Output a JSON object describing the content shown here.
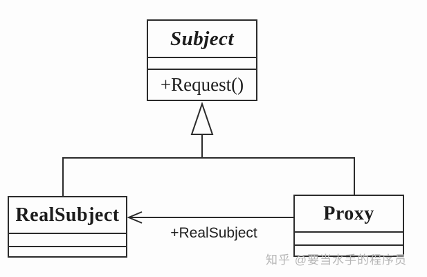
{
  "diagram": {
    "pattern": "Proxy",
    "classes": [
      {
        "name": "Subject",
        "abstract": true,
        "members": [
          "+Request()"
        ]
      },
      {
        "name": "RealSubject",
        "abstract": false,
        "members": []
      },
      {
        "name": "Proxy",
        "abstract": false,
        "members": []
      }
    ],
    "relations": [
      {
        "type": "generalization",
        "children": [
          "RealSubject",
          "Proxy"
        ],
        "parent": "Subject"
      },
      {
        "type": "association",
        "from": "Proxy",
        "to": "RealSubject",
        "label": "+RealSubject"
      }
    ]
  },
  "watermark": {
    "text": "知乎 @要当水手的程序员"
  },
  "colors": {
    "line": "#2b2b2b",
    "background": "#fdfdfd",
    "watermark": "#b5b5b5"
  }
}
